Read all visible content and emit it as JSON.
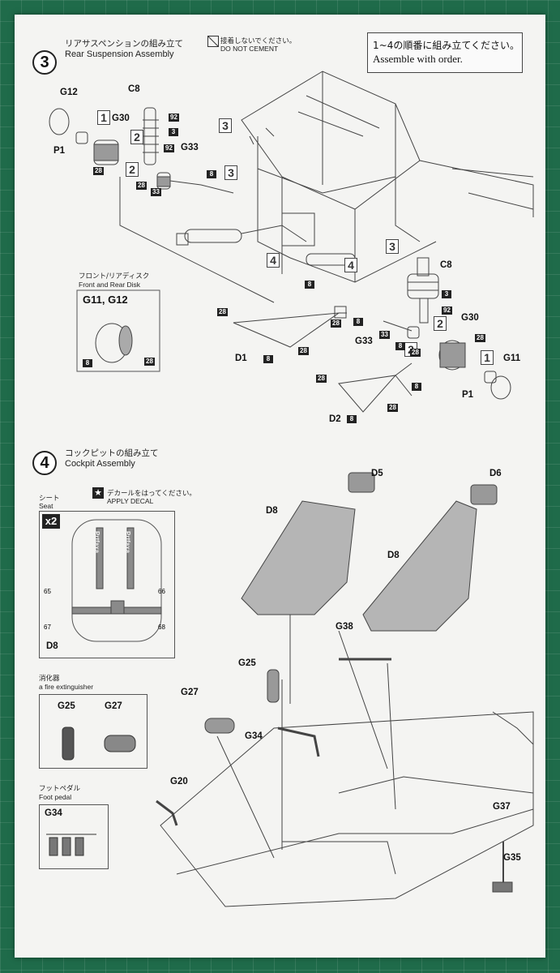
{
  "step3": {
    "number": "3",
    "title_jp": "リアサスペンションの組み立て",
    "title_en": "Rear Suspension Assembly",
    "cement_jp": "接着しないでください。",
    "cement_en": "DO NOT CEMENT",
    "order_jp": "1~4の順番に組み立てください。",
    "order_en": "Assemble with order.",
    "disk_jp": "フロント/リアディスク",
    "disk_en": "Front and Rear Disk",
    "disk_parts": "G11, G12",
    "parts": {
      "g12": "G12",
      "c8_top": "C8",
      "g30_top": "G30",
      "p1_top": "P1",
      "g33_top": "G33",
      "d1": "D1",
      "d2": "D2",
      "c8_bottom": "C8",
      "g30_bottom": "G30",
      "g11": "G11",
      "p1_bottom": "P1",
      "g33_bottom": "G33"
    },
    "order_marks": [
      "1",
      "2",
      "2",
      "3",
      "3",
      "4",
      "4",
      "3",
      "2",
      "2",
      "1"
    ],
    "colors": {
      "c_92": "92",
      "c_3": "3",
      "c_8": "8",
      "c_28": "28",
      "c_33": "33"
    }
  },
  "step4": {
    "number": "4",
    "title_jp": "コックピットの組み立て",
    "title_en": "Cockpit Assembly",
    "seat_jp": "シート",
    "seat_en": "Seat",
    "decal_jp": "デカールをはってください。",
    "decal_en": "APPLY DECAL",
    "multiply": "x2",
    "belt_brand": "Prtfaxa",
    "seat_part": "D8",
    "decals": [
      "65",
      "66",
      "67",
      "68"
    ],
    "ext_jp": "消化器",
    "ext_en": "a fire extinguisher",
    "pedal_jp": "フットペダル",
    "pedal_en": "Foot pedal",
    "parts": {
      "d5": "D5",
      "d6": "D6",
      "d8_left": "D8",
      "d8_right": "D8",
      "g38": "G38",
      "g25": "G25",
      "g27": "G27",
      "g34": "G34",
      "g20": "G20",
      "g37": "G37",
      "g35": "G35",
      "box_g25": "G25",
      "box_g27": "G27",
      "box_g34": "G34"
    }
  }
}
